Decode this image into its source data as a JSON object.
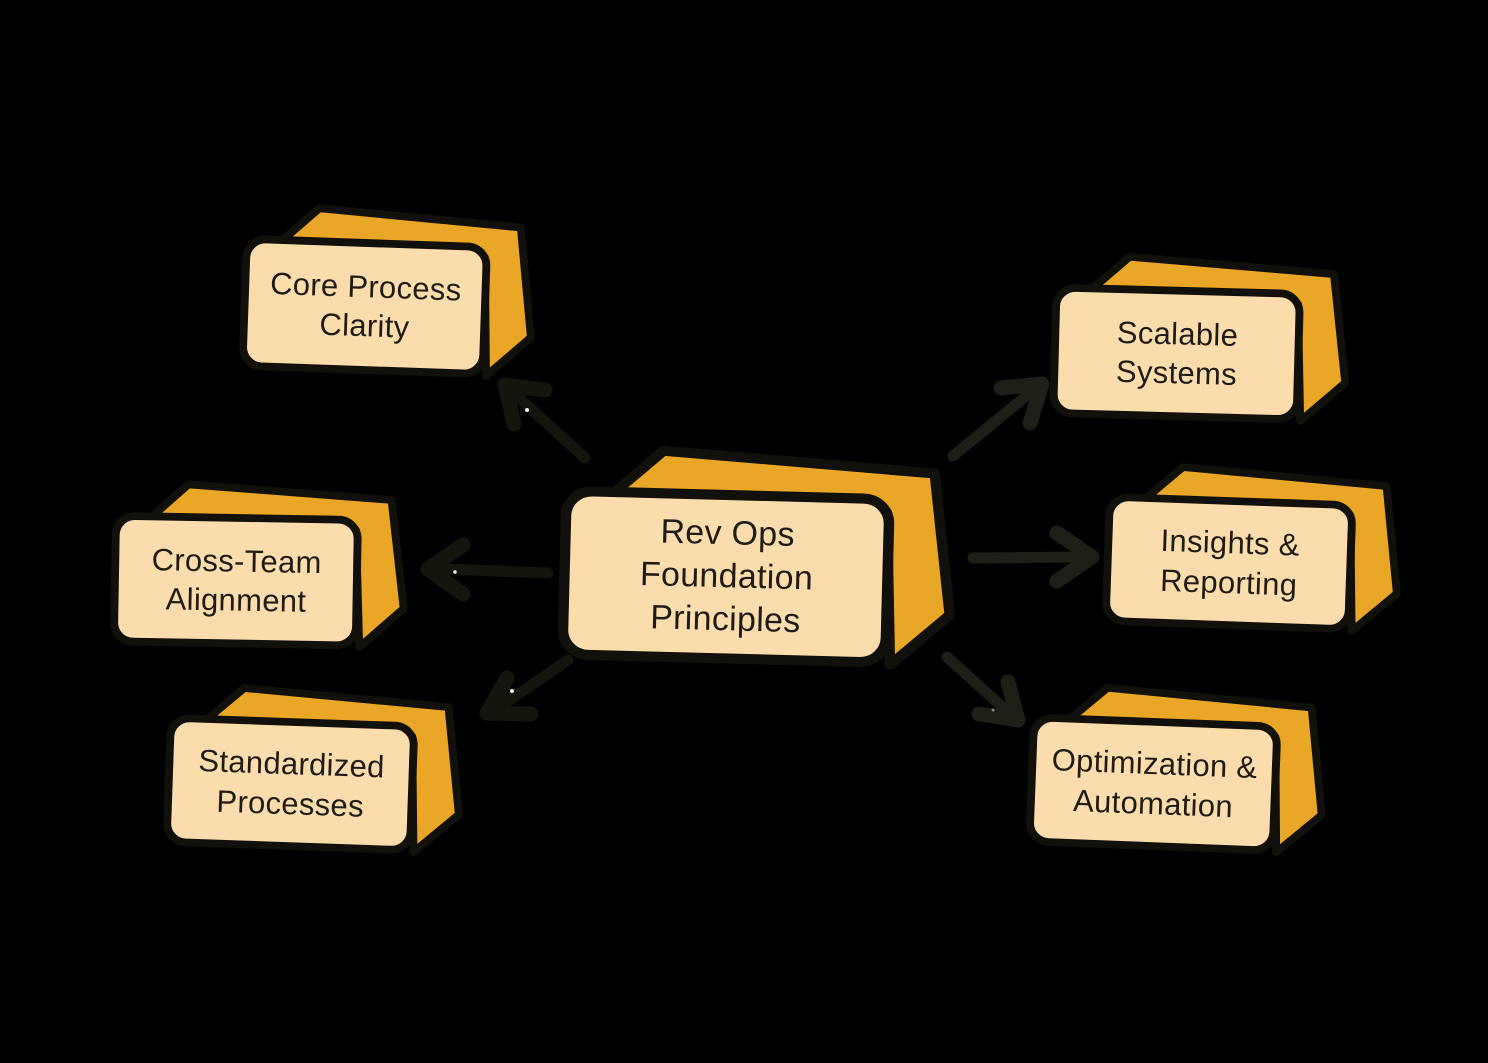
{
  "diagram": {
    "type": "mind-map",
    "nodes": {
      "center": {
        "id": "rev-ops-foundation-principles",
        "label": "Rev Ops\nFoundation\nPrinciples"
      },
      "top_left": {
        "id": "core-process-clarity",
        "label": "Core Process\nClarity"
      },
      "mid_left": {
        "id": "cross-team-alignment",
        "label": "Cross-Team\nAlignment"
      },
      "bottom_left": {
        "id": "standardized-processes",
        "label": "Standardized\nProcesses"
      },
      "top_right": {
        "id": "scalable-systems",
        "label": "Scalable\nSystems"
      },
      "mid_right": {
        "id": "insights-reporting",
        "label": "Insights &\nReporting"
      },
      "bottom_right": {
        "id": "optimization-automation",
        "label": "Optimization &\nAutomation"
      }
    },
    "connections": [
      {
        "from": "center",
        "to": "top_left"
      },
      {
        "from": "center",
        "to": "mid_left"
      },
      {
        "from": "center",
        "to": "bottom_left"
      },
      {
        "from": "center",
        "to": "top_right"
      },
      {
        "from": "center",
        "to": "mid_right"
      },
      {
        "from": "center",
        "to": "bottom_right"
      }
    ]
  },
  "colors": {
    "bg": "#000000",
    "box-face": "#FBDCAD",
    "box-side": "#E9A627",
    "outline": "#12100A",
    "text": "#1F1C17",
    "arrow-left": "#15140D",
    "arrow-right": "#1F1E17",
    "speck": "#EFEDE6"
  }
}
